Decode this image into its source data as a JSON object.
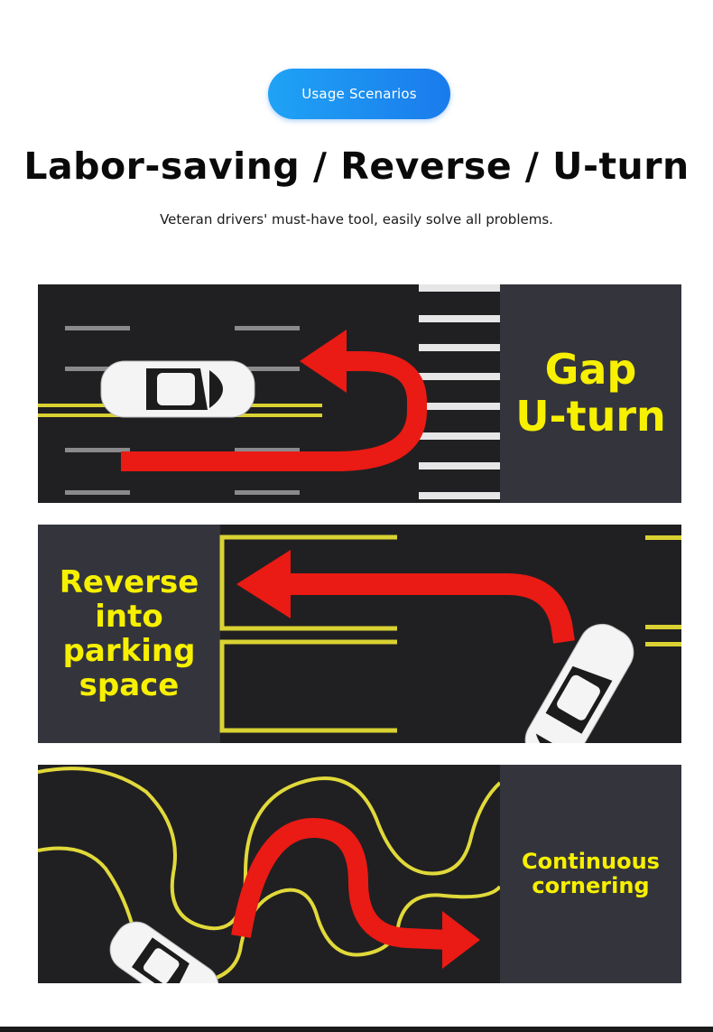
{
  "badge": {
    "label": "Usage Scenarios"
  },
  "header": {
    "title": "Labor-saving / Reverse / U-turn",
    "subtitle": "Veteran drivers' must-have tool, easily solve all problems."
  },
  "scenarios": [
    {
      "label_line1": "Gap",
      "label_line2": "U-turn"
    },
    {
      "label_line1": "Reverse",
      "label_line2": "into",
      "label_line3": "parking",
      "label_line4": "space"
    },
    {
      "label_line1": "Continuous",
      "label_line2": "cornering"
    }
  ],
  "colors": {
    "badge_blue": "#1a7bec",
    "arrow_red": "#ea1a14",
    "label_yellow": "#f7f000",
    "road_marking_yellow": "#e9e43a",
    "asphalt": "#202022"
  },
  "icons": [
    "car-icon",
    "arrow-icon"
  ]
}
